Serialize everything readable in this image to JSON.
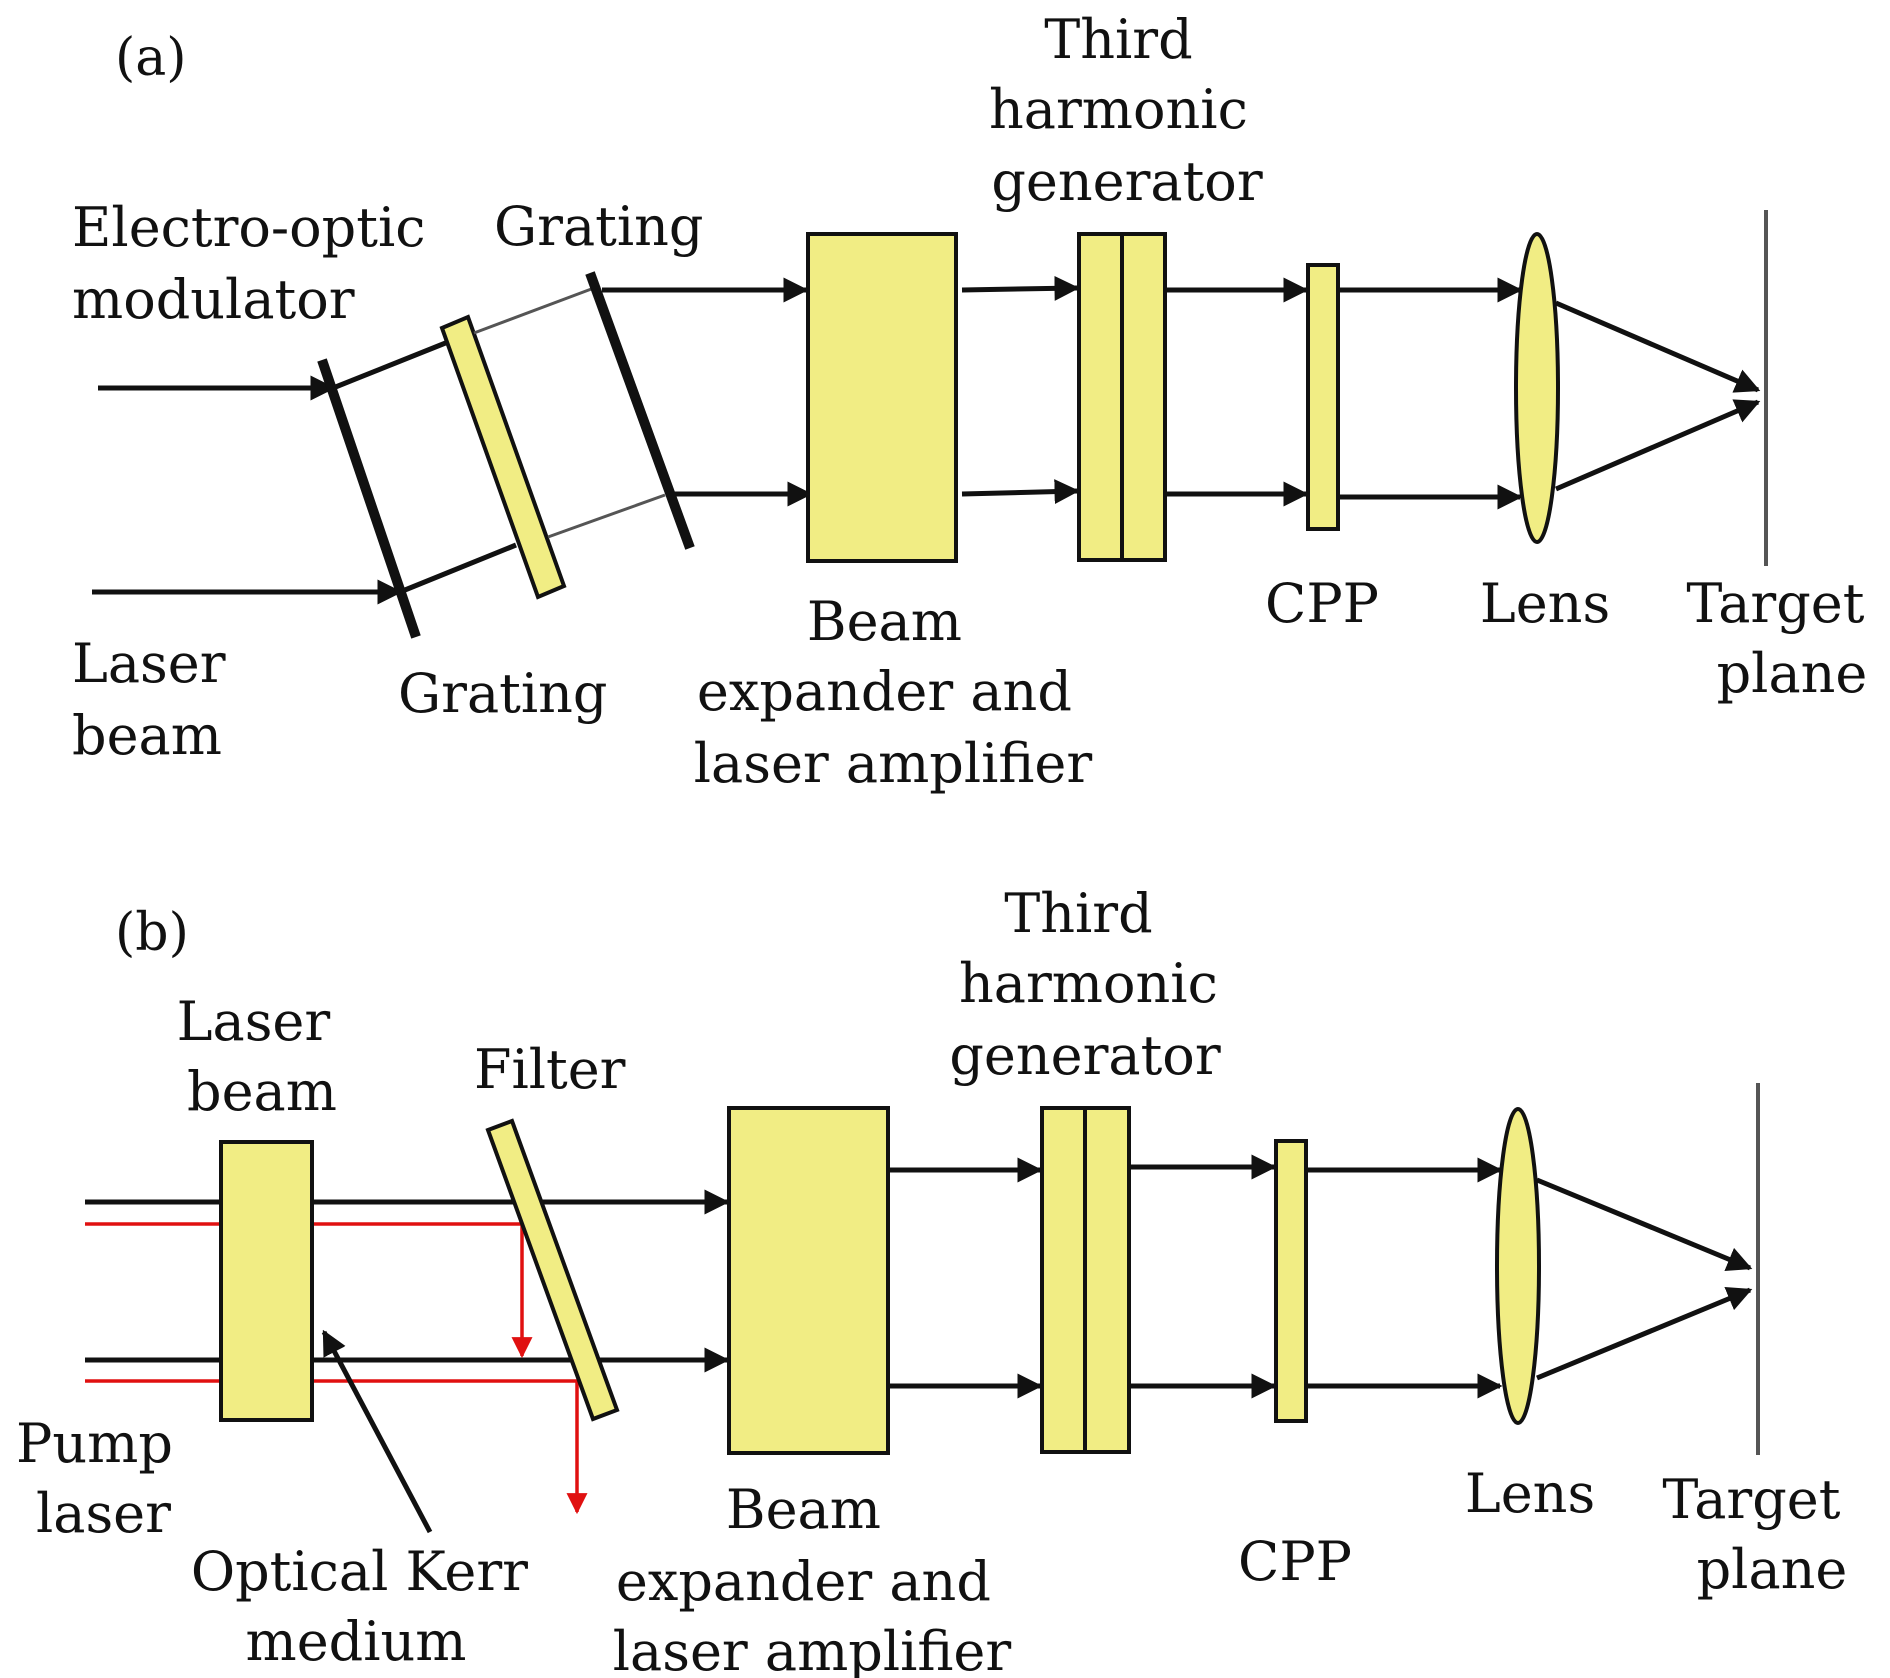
{
  "panel_a": {
    "tag": "(a)",
    "labels": {
      "eom": [
        "Electro-optic",
        "modulator"
      ],
      "grating_top": [
        "Grating"
      ],
      "grating_bottom": [
        "Grating"
      ],
      "laser_beam": [
        "Laser",
        "beam"
      ],
      "thg": [
        "Third",
        "harmonic",
        "generator"
      ],
      "amp": [
        "Beam",
        "expander and",
        "laser amplifier"
      ],
      "cpp": [
        "CPP"
      ],
      "lens": [
        "Lens"
      ],
      "target": [
        "Target",
        "plane"
      ]
    }
  },
  "panel_b": {
    "tag": "(b)",
    "labels": {
      "laser_beam": [
        "Laser",
        "beam"
      ],
      "filter": [
        "Filter"
      ],
      "thg": [
        "Third",
        "harmonic",
        "generator"
      ],
      "pump": [
        "Pump",
        "laser"
      ],
      "kerr": [
        "Optical Kerr",
        "medium"
      ],
      "amp": [
        "Beam",
        "expander and",
        "laser amplifier"
      ],
      "cpp": [
        "CPP"
      ],
      "lens": [
        "Lens"
      ],
      "target": [
        "Target",
        "plane"
      ]
    }
  },
  "colors": {
    "component_fill": "#f1ed84",
    "line": "#111111",
    "pump_beam": "#e01010",
    "target_plane": "#555555"
  }
}
